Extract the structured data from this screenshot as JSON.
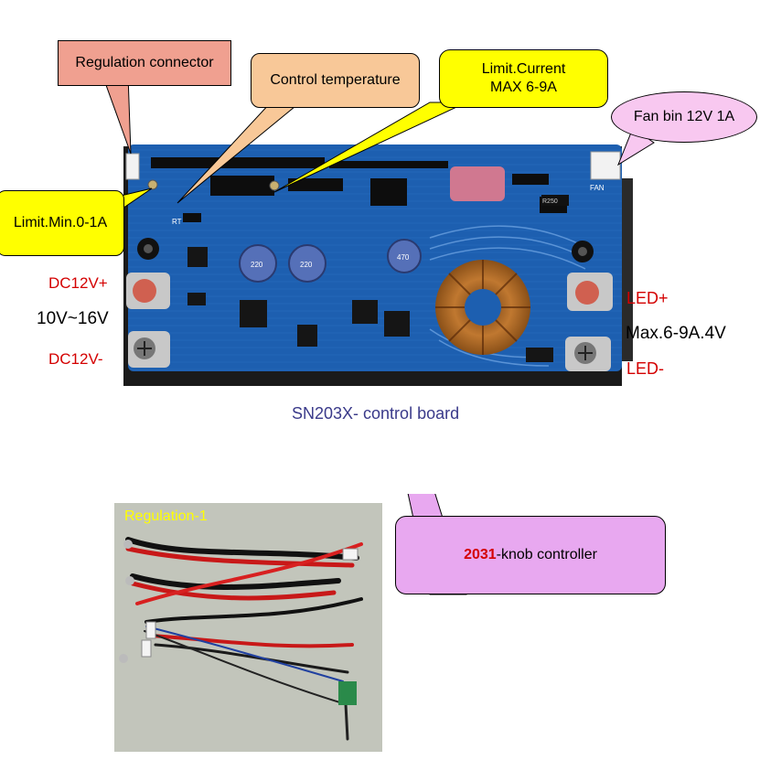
{
  "callouts": {
    "regulation_connector": "Regulation connector",
    "control_temperature": "Control temperature",
    "limit_current_line1": "Limit.Current",
    "limit_current_line2": "MAX 6-9A",
    "fan_bin": "Fan bin 12V 1A",
    "limit_min": "Limit.Min.0-1A",
    "knob_number": "2031",
    "knob_text": "-knob controller"
  },
  "board_labels": {
    "dc_plus": "DC12V+",
    "voltage_range": "10V~16V",
    "dc_minus": "DC12V-",
    "led_plus": "LED+",
    "led_max": "Max.6-9A.4V",
    "led_minus": "LED-",
    "caption": "SN203X- control board"
  },
  "board_silkscreen": {
    "rt": "RT",
    "fan": "FAN",
    "r250": "R250",
    "cap1": "220",
    "cap2": "220",
    "cap3": "470"
  },
  "photo": {
    "label": "Regulation-1"
  },
  "colors": {
    "board_blue": "#1d5fb0",
    "callout_salmon": "#f0a090",
    "callout_peach": "#f8c898",
    "callout_yellow": "#ffff00",
    "callout_pink": "#f8c8f0",
    "callout_violet": "#e8a8f0",
    "label_red": "#d40000"
  }
}
